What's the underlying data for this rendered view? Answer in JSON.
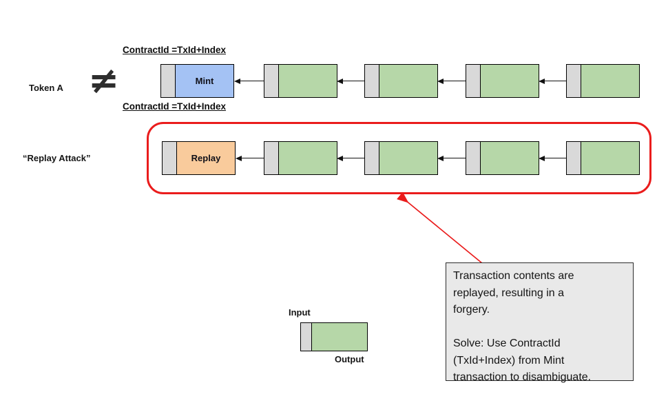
{
  "token_a_row": {
    "label": "Token A",
    "inequality_symbol": "≠",
    "title": "ContractId =TxId+Index",
    "mint_block_label": "Mint"
  },
  "replay_row": {
    "label": "“Replay Attack”",
    "title": "ContractId =TxId+Index",
    "replay_block_label": "Replay"
  },
  "callout": {
    "lines": [
      "Transaction contents are",
      "replayed, resulting in a",
      "forgery.",
      "",
      "Solve: Use ContractId",
      "(TxId+Index) from Mint",
      "transaction to disambiguate."
    ]
  },
  "legend": {
    "input_label": "Input",
    "output_label": "Output"
  },
  "colors": {
    "output_green": "#b6d7a8",
    "input_gray": "#d9d9d9",
    "mint_blue": "#a4c2f4",
    "replay_orange": "#f9cb9c",
    "highlight_red": "#ea1c1c",
    "callout_bg": "#e9e9e9",
    "stroke_black": "#000000"
  }
}
